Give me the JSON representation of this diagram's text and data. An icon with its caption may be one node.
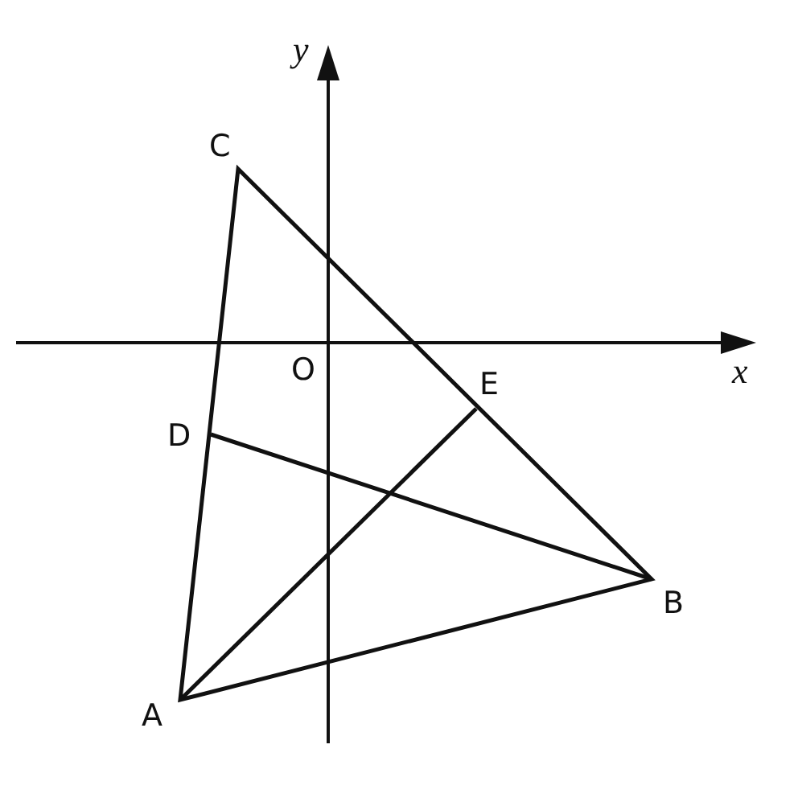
{
  "diagram": {
    "labels": [
      "y",
      "C",
      "O",
      "x",
      "E",
      "D",
      "B",
      "A"
    ]
  }
}
